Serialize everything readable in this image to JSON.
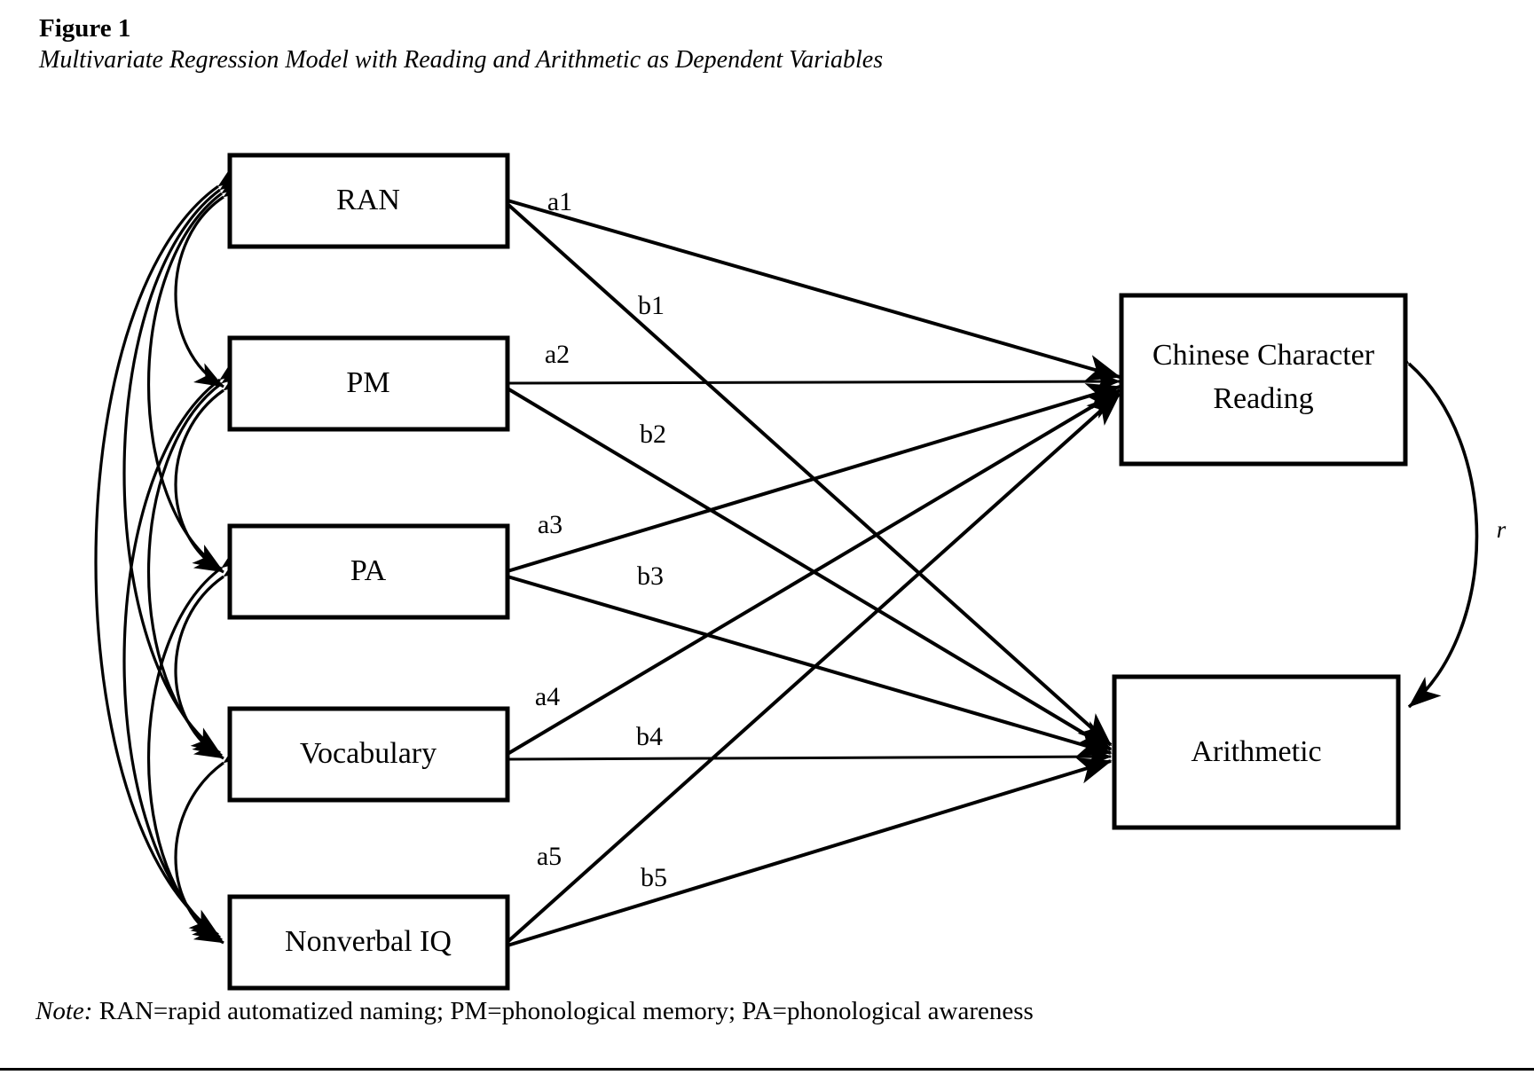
{
  "figure": {
    "title": "Figure 1",
    "subtitle": "Multivariate Regression Model with Reading and Arithmetic as Dependent Variables",
    "note_label": "Note:",
    "note_text": " RAN=rapid automatized naming; PM=phonological memory; PA=phonological awareness"
  },
  "diagram": {
    "predictors": [
      {
        "id": "ran",
        "label": "RAN"
      },
      {
        "id": "pm",
        "label": "PM"
      },
      {
        "id": "pa",
        "label": "PA"
      },
      {
        "id": "vocabulary",
        "label": "Vocabulary"
      },
      {
        "id": "nonverbal",
        "label": "Nonverbal IQ"
      }
    ],
    "outcomes": [
      {
        "id": "reading",
        "label_line1": "Chinese Character",
        "label_line2": "Reading"
      },
      {
        "id": "arithmetic",
        "label_line1": "Arithmetic",
        "label_line2": ""
      }
    ],
    "paths_to_reading": [
      {
        "id": "a1",
        "label": "a1",
        "from": "RAN",
        "to": "Chinese Character Reading"
      },
      {
        "id": "a2",
        "label": "a2",
        "from": "PM",
        "to": "Chinese Character Reading"
      },
      {
        "id": "a3",
        "label": "a3",
        "from": "PA",
        "to": "Chinese Character Reading"
      },
      {
        "id": "a4",
        "label": "a4",
        "from": "Vocabulary",
        "to": "Chinese Character Reading"
      },
      {
        "id": "a5",
        "label": "a5",
        "from": "Nonverbal IQ",
        "to": "Chinese Character Reading"
      }
    ],
    "paths_to_arithmetic": [
      {
        "id": "b1",
        "label": "b1",
        "from": "RAN",
        "to": "Arithmetic"
      },
      {
        "id": "b2",
        "label": "b2",
        "from": "PM",
        "to": "Arithmetic"
      },
      {
        "id": "b3",
        "label": "b3",
        "from": "PA",
        "to": "Arithmetic"
      },
      {
        "id": "b4",
        "label": "b4",
        "from": "Vocabulary",
        "to": "Arithmetic"
      },
      {
        "id": "b5",
        "label": "b5",
        "from": "Nonverbal IQ",
        "to": "Arithmetic"
      }
    ],
    "residual_correlation": {
      "id": "r",
      "label": "r",
      "between": [
        "Chinese Character Reading",
        "Arithmetic"
      ]
    },
    "predictor_covariances": [
      {
        "pair": [
          "RAN",
          "PM"
        ]
      },
      {
        "pair": [
          "RAN",
          "PA"
        ]
      },
      {
        "pair": [
          "RAN",
          "Vocabulary"
        ]
      },
      {
        "pair": [
          "RAN",
          "Nonverbal IQ"
        ]
      },
      {
        "pair": [
          "PM",
          "PA"
        ]
      },
      {
        "pair": [
          "PM",
          "Vocabulary"
        ]
      },
      {
        "pair": [
          "PM",
          "Nonverbal IQ"
        ]
      },
      {
        "pair": [
          "PA",
          "Vocabulary"
        ]
      },
      {
        "pair": [
          "PA",
          "Nonverbal IQ"
        ]
      },
      {
        "pair": [
          "Vocabulary",
          "Nonverbal IQ"
        ]
      }
    ],
    "colors": {
      "stroke": "#000000",
      "box_fill": "#ffffff",
      "page_background": "#ffffff"
    }
  }
}
